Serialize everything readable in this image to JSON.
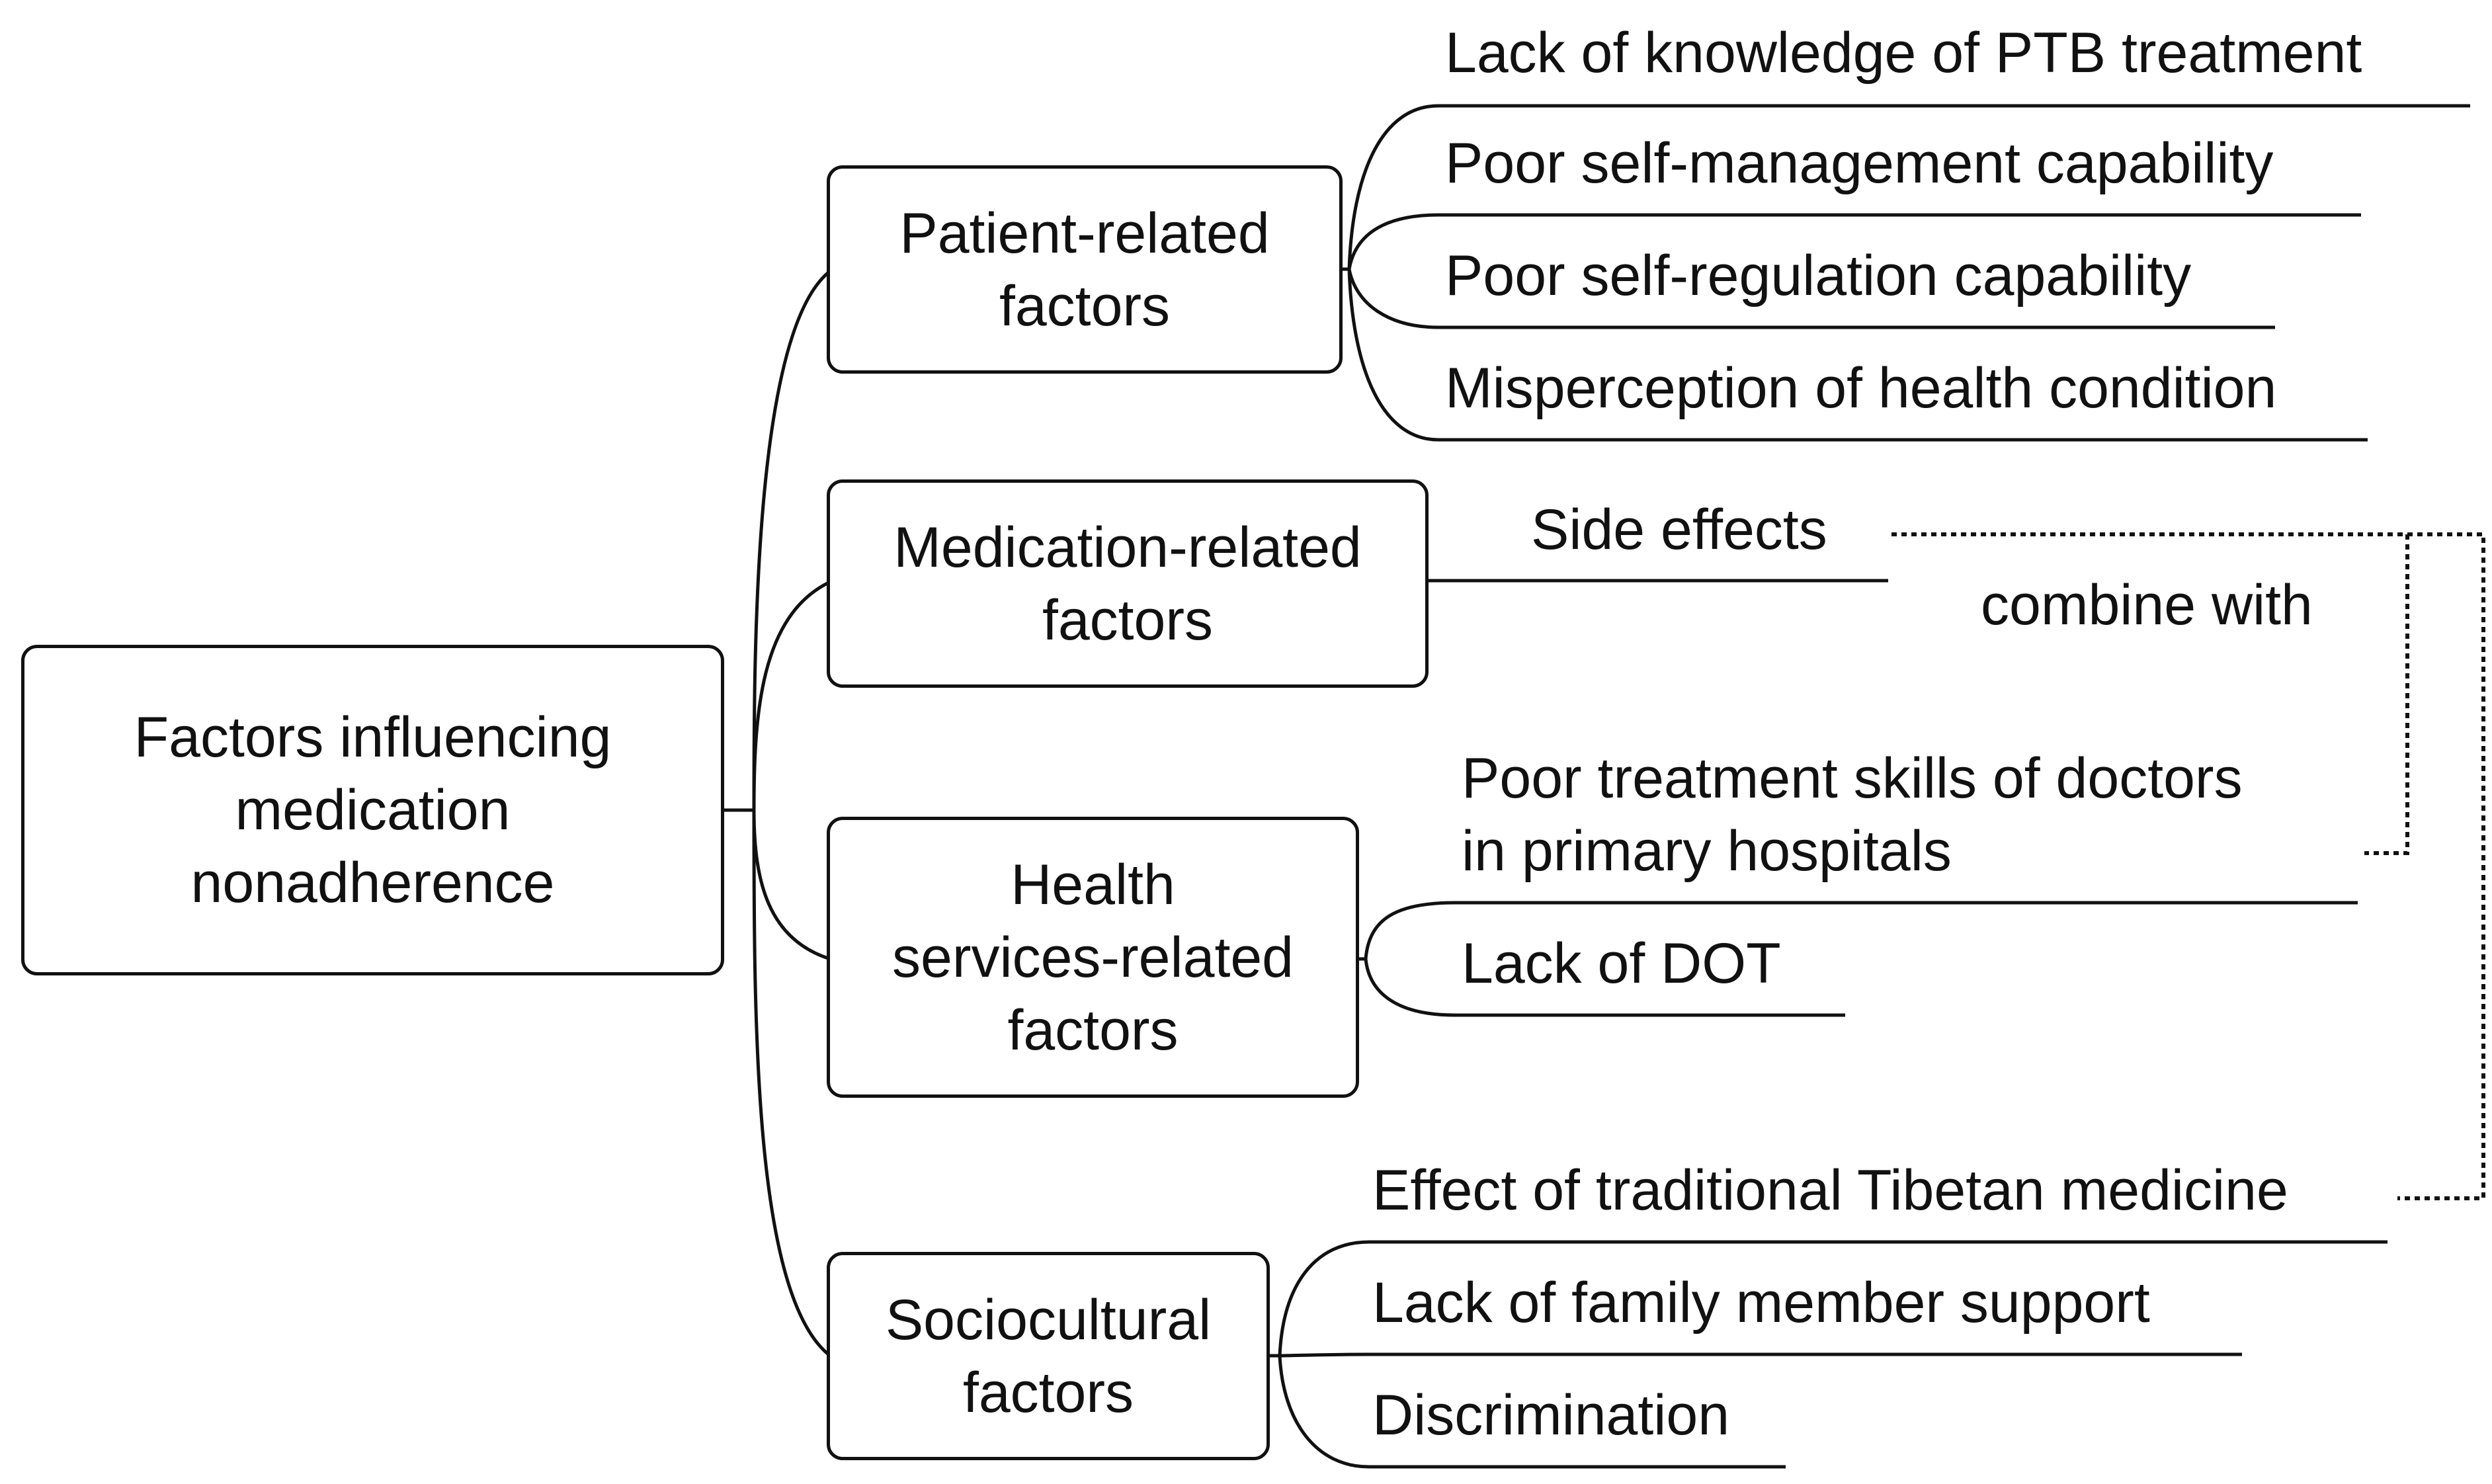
{
  "diagram": {
    "root": {
      "label": "Factors influencing\nmedication\nnonadherence"
    },
    "categories": [
      {
        "label": "Patient-related\nfactors",
        "factors": [
          "Lack of knowledge of PTB treatment",
          "Poor self-management capability",
          "Poor self-regulation capability",
          "Misperception of health condition"
        ]
      },
      {
        "label": "Medication-related\nfactors",
        "factors": [
          "Side effects"
        ]
      },
      {
        "label": "Health\nservices-related\nfactors",
        "factors": [
          "Poor treatment skills of doctors\nin primary hospitals",
          "Lack of DOT"
        ]
      },
      {
        "label": "Sociocultural\nfactors",
        "factors": [
          "Effect of traditional Tibetan medicine",
          "Lack of family member support",
          "Discrimination"
        ]
      }
    ],
    "link_label": "combine with"
  }
}
